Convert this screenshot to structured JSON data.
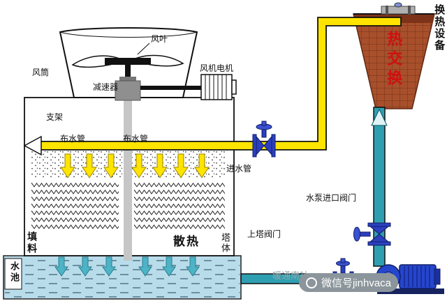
{
  "diagram": {
    "labels": {
      "heat_exchange_equipment": "换热设备",
      "heat_exchanger": "热交换",
      "fan_blade": "风叶",
      "fan_duct": "风筒",
      "fan_motor": "风机电机",
      "reducer": "减速器",
      "support_frame": "支架",
      "water_distribution_pipe_left": "布水管",
      "water_distribution_pipe_right": "布水管",
      "water_inlet_pipe": "进水管",
      "pump_inlet_valve": "水泵进口阀门",
      "tower_feed_valve": "上塔阀门",
      "fill_material": "填料",
      "heat_dissipation": "散热",
      "tower_body": "塔体",
      "water_pool": "水池"
    },
    "watermark": {
      "publisher": "暖通南社",
      "wechat_id": "微信号jinhvaca"
    },
    "colors": {
      "hot_water_pipe": "#ffe400",
      "cold_water_pipe": "#2e9fb1",
      "pool_water": "#b9dcea",
      "exchanger_body": "#a8502b",
      "valve_blue": "#2b3fbf",
      "pump_blue": "#2546cc",
      "heat_label_red": "#cf1010"
    }
  }
}
